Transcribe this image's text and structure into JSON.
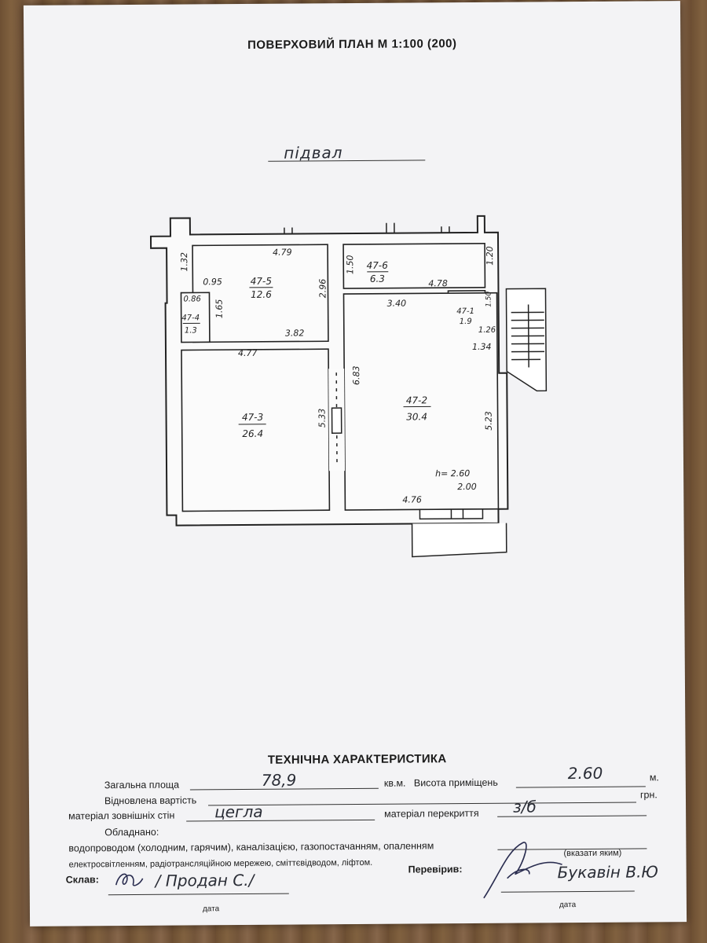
{
  "doc": {
    "title": "ПОВЕРХОВИЙ ПЛАН М 1:100 (200)",
    "floor_label": "підвал"
  },
  "plan": {
    "rooms": [
      {
        "id": "47-5",
        "area": "12.6"
      },
      {
        "id": "47-4",
        "area": "1.3"
      },
      {
        "id": "47-6",
        "area": "6.3"
      },
      {
        "id": "47-1",
        "area": "1.9"
      },
      {
        "id": "47-3",
        "area": "26.4"
      },
      {
        "id": "47-2",
        "area": "30.4"
      }
    ],
    "dims": [
      "4.79",
      "1.32",
      "0.95",
      "2.96",
      "0.86",
      "1.65",
      "3.82",
      "4.77",
      "1.50",
      "1.20",
      "4.78",
      "3.40",
      "1.50",
      "1.26",
      "1.34",
      "6.83",
      "5.33",
      "5.23",
      "4.76"
    ],
    "height_note": "h= 2.60",
    "height_note2": "2.00"
  },
  "tech": {
    "title": "ТЕХНІЧНА ХАРАКТЕРИСТИКА",
    "total_area_label": "Загальна площа",
    "total_area_value": "78,9",
    "area_unit": "кв.м.",
    "height_label": "Висота приміщень",
    "height_value": "2.60",
    "height_unit": "м.",
    "restored_cost_label": "Відновлена вартість",
    "currency": "грн.",
    "wall_material_label": "матеріал зовнішніх стін",
    "wall_material_value": "цегла",
    "ceiling_material_label": "матеріал перекриття",
    "ceiling_material_value": "з/б",
    "equipped_label": "Обладнано:",
    "equipped_line1": "водопроводом (холодним, гарячим), каналізацією, газопостачанням, опаленням",
    "equipped_line2": "електросвітленням, радіотрансляційною мережею, сміттєвідводом, ліфтом.",
    "specify_note": "(вказати яким)",
    "composed_label": "Склав:",
    "composed_value": "/ Продан С./",
    "checked_label": "Перевірив:",
    "checked_value": "Букавін В.Ю",
    "date_label": "дата"
  }
}
